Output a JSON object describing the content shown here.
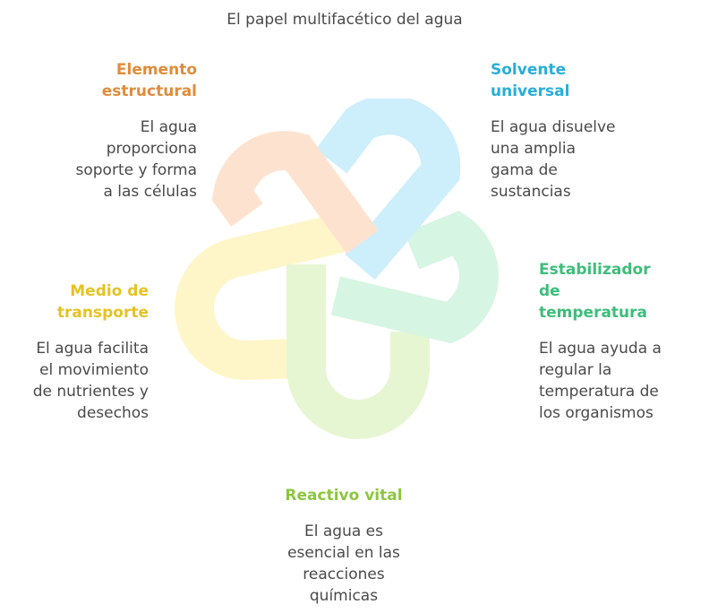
{
  "title": "El papel multifacético del agua",
  "items": [
    {
      "heading_lines": [
        "Elemento",
        "estructural"
      ],
      "desc_lines": [
        "El agua",
        "proporciona",
        "soporte y forma",
        "a las células"
      ],
      "color": "#E08C3A",
      "fill": "#FDE3CF"
    },
    {
      "heading_lines": [
        "Solvente",
        "universal"
      ],
      "desc_lines": [
        "El agua disuelve",
        "una amplia",
        "gama de",
        "sustancias"
      ],
      "color": "#27AEDB",
      "fill": "#CDEEFB"
    },
    {
      "heading_lines": [
        "Estabilizador",
        "de",
        "temperatura"
      ],
      "desc_lines": [
        "El agua ayuda a",
        "regular la",
        "temperatura de",
        "los organismos"
      ],
      "color": "#3DBE7A",
      "fill": "#D6F5E2"
    },
    {
      "heading_lines": [
        "Reactivo vital"
      ],
      "desc_lines": [
        "El agua es",
        "esencial en las",
        "reacciones",
        "químicas"
      ],
      "color": "#8CC63F",
      "fill": "#E6F6D3"
    },
    {
      "heading_lines": [
        "Medio de",
        "transporte"
      ],
      "desc_lines": [
        "El agua facilita",
        "el movimiento",
        "de nutrientes y",
        "desechos"
      ],
      "color": "#E5C324",
      "fill": "#FEF6C8"
    }
  ]
}
